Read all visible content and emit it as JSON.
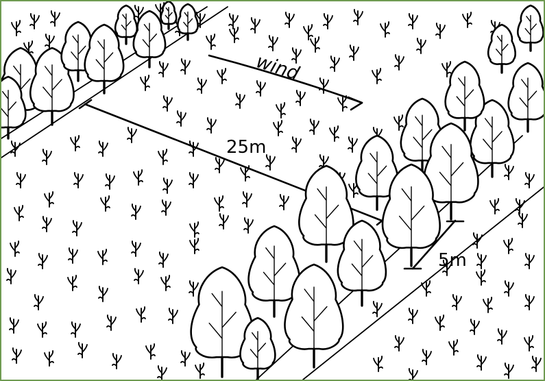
{
  "labels": {
    "wind": "wind",
    "row_distance": "25m",
    "tree_spacing": "5m"
  },
  "colors": {
    "ink": "#000000",
    "paper": "#ffffff",
    "frame": "#6f9b52"
  }
}
